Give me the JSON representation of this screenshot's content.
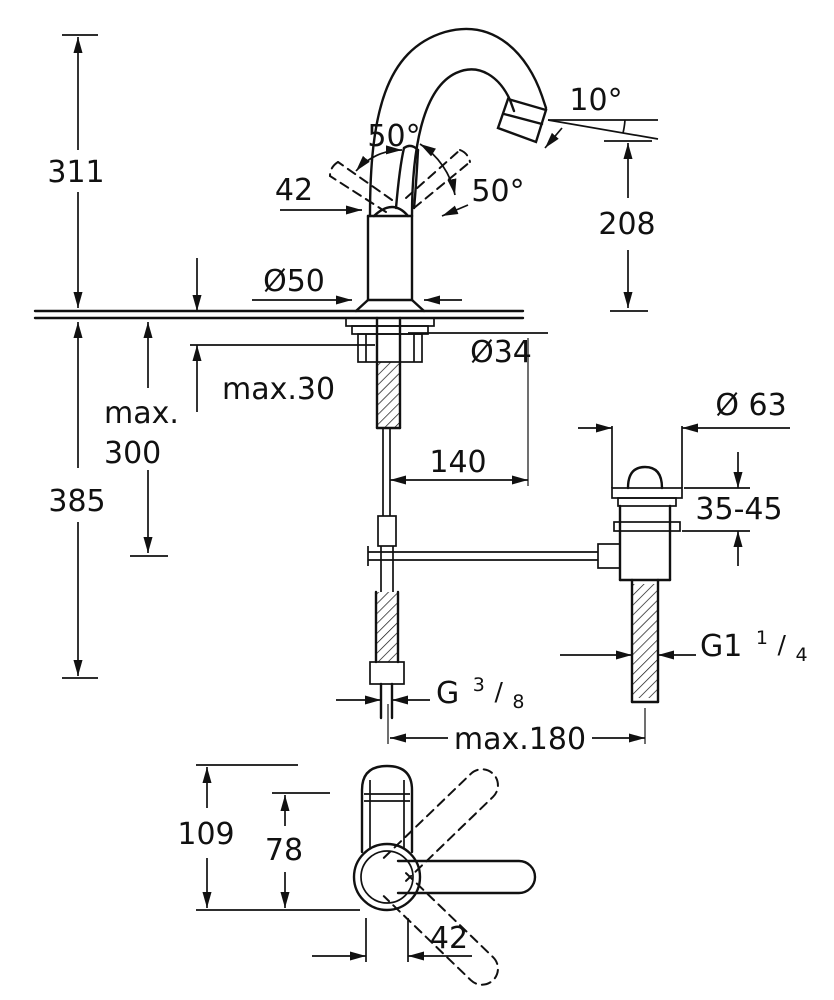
{
  "drawing": {
    "colors": {
      "ink": "#111111",
      "paper": "#ffffff"
    },
    "labels": {
      "height_above_deck": "311",
      "lever_length": "42",
      "swing_left": "50°",
      "swing_right": "50°",
      "aerator_angle": "10°",
      "outlet_height": "208",
      "base_diameter": "Ø50",
      "hole_diameter": "Ø34",
      "max_deck_thickness": "max.30",
      "hose_reach_word": "max.",
      "hose_reach_value": "300",
      "height_below_deck": "385",
      "spout_projection": "140",
      "waste_flange_diameter": "Ø 63",
      "waste_deck_range": "35-45",
      "waste_offset": "max.180",
      "plan_total_depth": "109",
      "plan_spout_depth": "78",
      "plan_body_width": "42",
      "supply_thread": {
        "prefix": "G",
        "numerator": "3",
        "slash": "/",
        "denominator": "8"
      },
      "waste_thread": {
        "prefix": "G1",
        "numerator": "1",
        "slash": "/",
        "denominator": "4"
      }
    }
  }
}
